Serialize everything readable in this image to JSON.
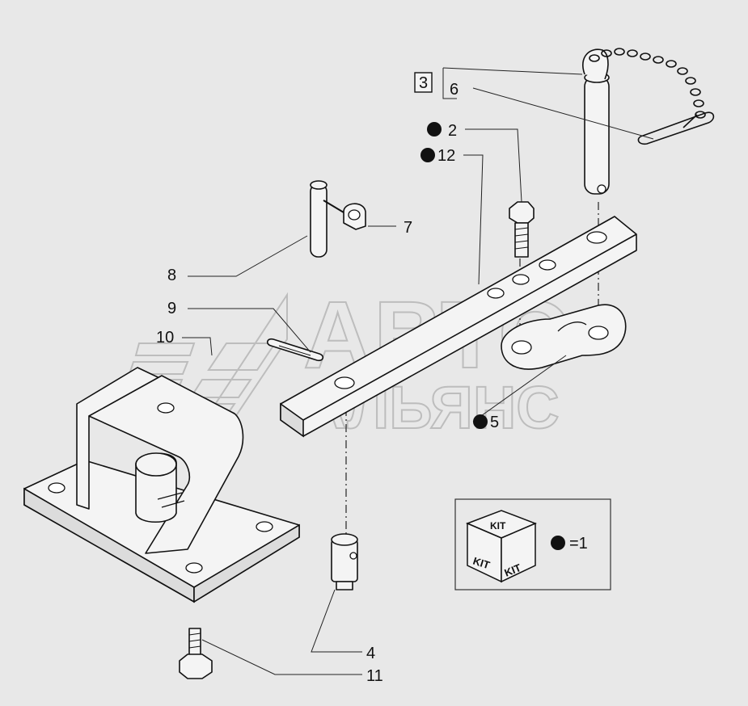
{
  "watermark": {
    "line1": "АВТО",
    "line2": "АЛЬЯНС"
  },
  "callouts": [
    {
      "id": "c3",
      "text": "3",
      "boxed": true
    },
    {
      "id": "c6",
      "text": "6"
    },
    {
      "id": "c2",
      "text": "2",
      "dot": true
    },
    {
      "id": "c12",
      "text": "12",
      "dot": true
    },
    {
      "id": "c7",
      "text": "7"
    },
    {
      "id": "c8",
      "text": "8"
    },
    {
      "id": "c9",
      "text": "9"
    },
    {
      "id": "c10",
      "text": "10"
    },
    {
      "id": "c5",
      "text": "5",
      "dot": true
    },
    {
      "id": "c4",
      "text": "4"
    },
    {
      "id": "c11",
      "text": "11"
    }
  ],
  "legend": {
    "kit_top": "KIT",
    "kit_left": "KIT",
    "kit_right": "KIT",
    "equals": "=1"
  }
}
